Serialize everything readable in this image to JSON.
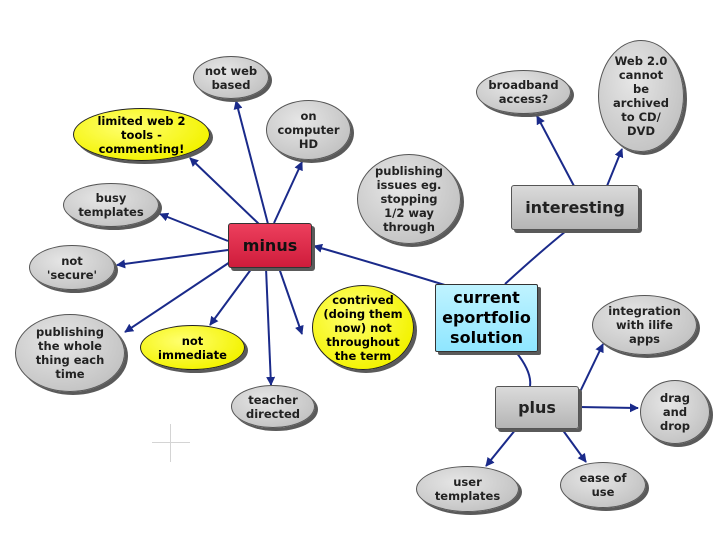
{
  "diagram": {
    "nodes": {
      "current": {
        "label": "current\neportfolio\nsolution"
      },
      "minus": {
        "label": "minus"
      },
      "interesting": {
        "label": "interesting"
      },
      "plus": {
        "label": "plus"
      },
      "not_web_based": {
        "label": "not web\nbased"
      },
      "limited_web2": {
        "label": "limited web 2\ntools -\ncommenting!"
      },
      "on_computer_hd": {
        "label": "on\ncomputer\nHD"
      },
      "publishing_issues": {
        "label": "publishing\nissues eg.\nstopping\n1/2 way\nthrough"
      },
      "busy_templates": {
        "label": "busy\ntemplates"
      },
      "not_secure": {
        "label": "not\n'secure'"
      },
      "publishing_whole": {
        "label": "publishing\nthe whole\nthing each\ntime"
      },
      "not_immediate": {
        "label": "not\nimmediate"
      },
      "teacher_directed": {
        "label": "teacher\ndirected"
      },
      "contrived": {
        "label": "contrived\n(doing them\nnow) not\nthroughout\nthe term"
      },
      "broadband": {
        "label": "broadband\naccess?"
      },
      "web20_archived": {
        "label": "Web 2.0\ncannot\nbe\narchived\nto CD/\nDVD"
      },
      "integration_ilife": {
        "label": "integration\nwith ilife\napps"
      },
      "drag_drop": {
        "label": "drag\nand\ndrop"
      },
      "user_templates": {
        "label": "user\ntemplates"
      },
      "ease_of_use": {
        "label": "ease of\nuse"
      }
    },
    "colors": {
      "line": "#1a2a8a",
      "minus_fill": "#d9233f",
      "current_fill": "#9fe9ff",
      "highlight_fill": "#f5f500",
      "node_fill": "#c9c9c9",
      "shadow": "#5a5a5a"
    }
  }
}
